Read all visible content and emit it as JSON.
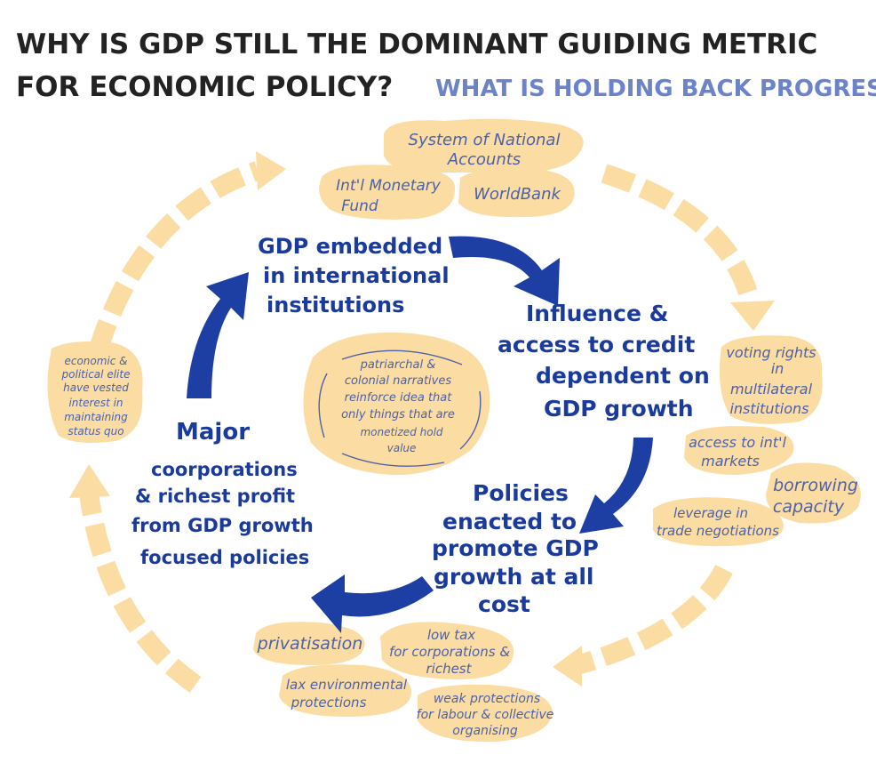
{
  "title": {
    "line1": "WHY IS GDP STILL THE DOMINANT GUIDING METRIC",
    "line2": "FOR ECONOMIC POLICY?",
    "question": "WHAT IS HOLDING BACK PROGRESS?"
  },
  "colors": {
    "blob": "#fbdda4",
    "outer_arrow": "#fbdda4",
    "main_arrow": "#1d3fa4",
    "main_text": "#1a3a9c",
    "blob_text": "#4d61a8",
    "title_black": "#222222",
    "title_blue": "#6b83c8"
  },
  "cycle": {
    "embedded": [
      "GDP embedded",
      "in international",
      "institutions"
    ],
    "influence": [
      "Influence &",
      "access to credit",
      "dependent on",
      "GDP growth"
    ],
    "policies": [
      "Policies",
      "enacted to",
      "promote GDP",
      "growth at all",
      "cost"
    ],
    "corporations": [
      "Major",
      "coorporations",
      "& richest profit",
      "from GDP growth",
      "focused policies"
    ]
  },
  "center": {
    "lines": [
      "patriarchal &",
      "colonial narratives",
      "reinforce idea that",
      "only things that are",
      "monetized hold",
      "value"
    ]
  },
  "institutions": {
    "sna": [
      "System of National",
      "Accounts"
    ],
    "imf": [
      "Int'l Monetary",
      "Fund"
    ],
    "worldbank": "WorldBank"
  },
  "credit": {
    "voting": [
      "voting rights",
      "in",
      "multilateral",
      "institutions"
    ],
    "markets": [
      "access to int'l",
      "markets"
    ],
    "borrowing": [
      "borrowing",
      "capacity"
    ],
    "leverage": [
      "leverage in",
      "trade negotiations"
    ]
  },
  "policies_examples": {
    "privatisation": "privatisation",
    "lowtax": [
      "low tax",
      "for corporations &",
      "richest"
    ],
    "lax": [
      "lax environmental",
      "protections"
    ],
    "weak": [
      "weak protections",
      "for labour & collective",
      "organising"
    ]
  },
  "elite": [
    "economic &",
    "political elite",
    "have vested",
    "interest in",
    "maintaining",
    "status quo"
  ]
}
